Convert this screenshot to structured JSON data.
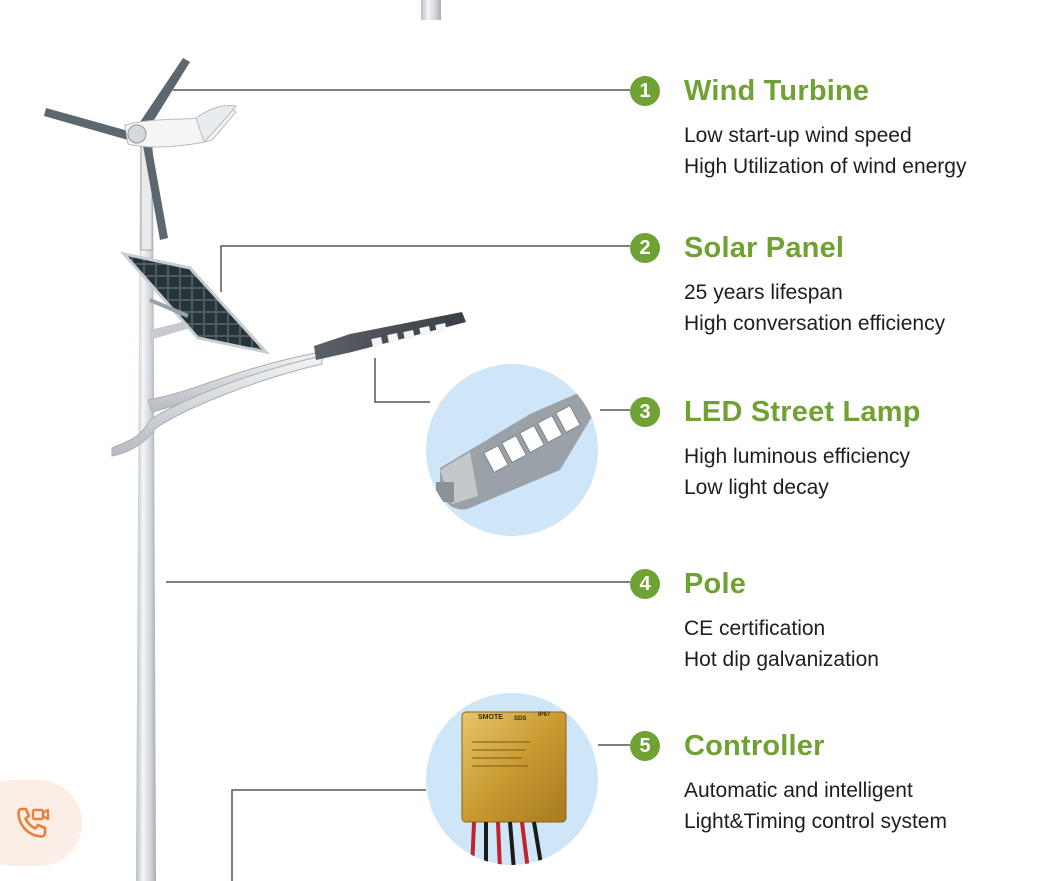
{
  "features": [
    {
      "number": "1",
      "title": "Wind Turbine",
      "lines": [
        "Low start-up wind speed",
        "High Utilization of wind energy"
      ]
    },
    {
      "number": "2",
      "title": "Solar Panel",
      "lines": [
        "25 years lifespan",
        "High conversation efficiency"
      ]
    },
    {
      "number": "3",
      "title": "LED Street Lamp",
      "lines": [
        "High luminous efficiency",
        "Low light decay"
      ]
    },
    {
      "number": "4",
      "title": "Pole",
      "lines": [
        "CE certification",
        "Hot dip galvanization"
      ]
    },
    {
      "number": "5",
      "title": "Controller",
      "lines": [
        "Automatic and intelligent",
        "Light&Timing control system"
      ]
    }
  ],
  "controller_label": {
    "brand": "SMOTE",
    "model": "SDS",
    "rating": "IP67"
  },
  "call_button": {
    "icon": "phone-video-call-icon"
  },
  "colors": {
    "accent_green": "#6fa233",
    "text": "#1e1e1e",
    "callout_circle": "#cfe6f8",
    "call_bg": "#fbeee6",
    "call_icon": "#e8803a"
  }
}
